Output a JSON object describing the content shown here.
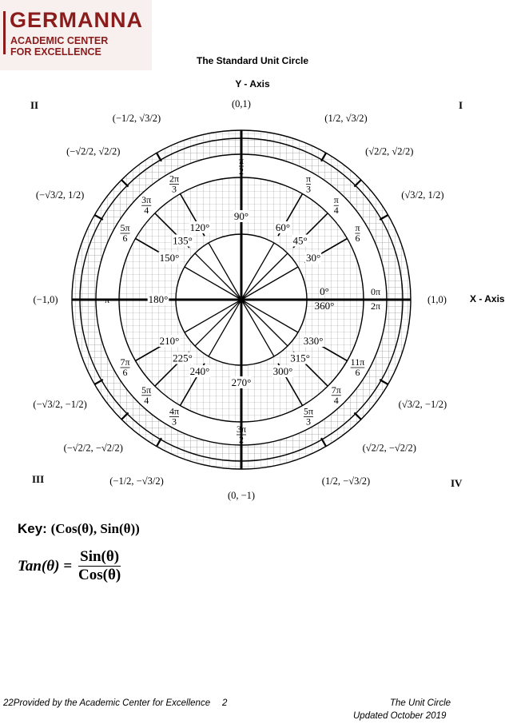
{
  "logo": {
    "name": "GERMANNA",
    "line1": "ACADEMIC CENTER",
    "line2": "FOR EXCELLENCE"
  },
  "title": "The Standard Unit Circle",
  "y_axis_label": "Y - Axis",
  "x_axis_label": "X - Axis",
  "quadrants": {
    "q1": "I",
    "q2": "II",
    "q3": "III",
    "q4": "IV"
  },
  "key": {
    "label": "Key:",
    "value": "(Cos(θ), Sin(θ))",
    "tan_lhs": "Tan(θ) =",
    "tan_num": "Sin(θ)",
    "tan_den": "Cos(θ)"
  },
  "footer": {
    "left": "22Provided by the Academic Center for Excellence",
    "page": "2",
    "right1": "The Unit Circle",
    "right2": "Updated October 2019"
  },
  "angles": [
    {
      "deg": 0,
      "deg_label": "0°",
      "rad_num": "0π",
      "rad_den": "2π",
      "coord": "(1,0)"
    },
    {
      "deg": 30,
      "deg_label": "30°",
      "rad_num": "π",
      "rad_den": "6",
      "coord": "(√3/2, 1/2)"
    },
    {
      "deg": 45,
      "deg_label": "45°",
      "rad_num": "π",
      "rad_den": "4",
      "coord": "(√2/2, √2/2)"
    },
    {
      "deg": 60,
      "deg_label": "60°",
      "rad_num": "π",
      "rad_den": "3",
      "coord": "(1/2, √3/2)"
    },
    {
      "deg": 90,
      "deg_label": "90°",
      "rad_num": "π",
      "rad_den": "2",
      "coord": "(0,1)"
    },
    {
      "deg": 120,
      "deg_label": "120°",
      "rad_num": "2π",
      "rad_den": "3",
      "coord": "(−1/2, √3/2)"
    },
    {
      "deg": 135,
      "deg_label": "135°",
      "rad_num": "3π",
      "rad_den": "4",
      "coord": "(−√2/2, √2/2)"
    },
    {
      "deg": 150,
      "deg_label": "150°",
      "rad_num": "5π",
      "rad_den": "6",
      "coord": "(−√3/2, 1/2)"
    },
    {
      "deg": 180,
      "deg_label": "180°",
      "rad_num": "π",
      "rad_den": "",
      "coord": "(−1,0)"
    },
    {
      "deg": 210,
      "deg_label": "210°",
      "rad_num": "7π",
      "rad_den": "6",
      "coord": "(−√3/2, −1/2)"
    },
    {
      "deg": 225,
      "deg_label": "225°",
      "rad_num": "5π",
      "rad_den": "4",
      "coord": "(−√2/2, −√2/2)"
    },
    {
      "deg": 240,
      "deg_label": "240°",
      "rad_num": "4π",
      "rad_den": "3",
      "coord": "(−1/2, −√3/2)"
    },
    {
      "deg": 270,
      "deg_label": "270°",
      "rad_num": "3π",
      "rad_den": "2",
      "coord": "(0, −1)"
    },
    {
      "deg": 300,
      "deg_label": "300°",
      "rad_num": "5π",
      "rad_den": "3",
      "coord": "(1/2, −√3/2)"
    },
    {
      "deg": 315,
      "deg_label": "315°",
      "rad_num": "7π",
      "rad_den": "4",
      "coord": "(√2/2, −√2/2)"
    },
    {
      "deg": 330,
      "deg_label": "330°",
      "rad_num": "11π",
      "rad_den": "6",
      "coord": "(√3/2, −1/2)"
    },
    {
      "deg": 360,
      "deg_label": "360°",
      "rad_num": "",
      "rad_den": "",
      "coord": ""
    }
  ]
}
